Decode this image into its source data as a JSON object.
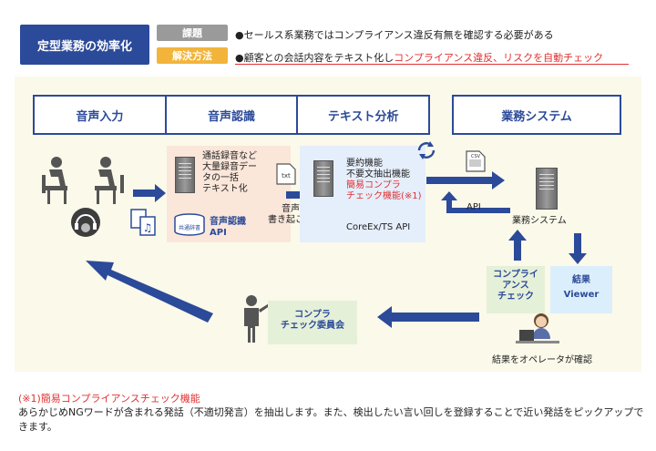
{
  "header": {
    "title": "定型業務の効率化",
    "issue_tag": "課題",
    "solution_tag": "解決方法",
    "issue_text": "●セールス系業務ではコンプライアンス違反有無を確認する必要がある",
    "solution_text_black": "●顧客との会話内容をテキスト化し",
    "solution_text_red": "コンプライアンス違反、リスクを自動チェック"
  },
  "stages": {
    "group": [
      "音声入力",
      "音声認識",
      "テキスト分析"
    ],
    "system": "業務システム"
  },
  "recognition": {
    "lines": [
      "通話録音など",
      "大量録音デー",
      "タの一括",
      "テキスト化"
    ],
    "api_label": "音声認識",
    "api_label2": "API",
    "db_label": "共通辞書"
  },
  "transcription": {
    "file_label": "txt",
    "line1": "音声",
    "line2": "書き起こし"
  },
  "analysis": {
    "lines": [
      "要約機能",
      "不要文抽出機能"
    ],
    "red_lines": [
      "簡易コンプラ",
      "チェック機能(※1)"
    ],
    "api": "CoreEx/TS API"
  },
  "csv_label": "CSV",
  "api_return": "API",
  "business_system": "業務システム",
  "compliance_check": [
    "コンプライ",
    "アンス",
    "チェック"
  ],
  "viewer": [
    "結果",
    "Viewer"
  ],
  "committee": [
    "コンプラ",
    "チェック委員会"
  ],
  "operator_caption": "結果をオペレータが確認",
  "note": {
    "title": "(※1)簡易コンプライアンスチェック機能",
    "body": "あらかじめNGワードが含まれる発話（不適切発言）を抽出します。また、検出したい言い回しを登録することで近い発話をピックアップできます。"
  },
  "colors": {
    "navy": "#2b4a99",
    "gray_tag": "#9a9a9a",
    "orange_tag": "#f2b43a",
    "red": "#e03030",
    "panel": "#fbf9ea",
    "pink_box": "#fbe6da",
    "blue_box": "#e5eefb",
    "green_box": "#e5f0d8",
    "lightblue_box": "#dbeefb",
    "arrow": "#2b4a99"
  }
}
